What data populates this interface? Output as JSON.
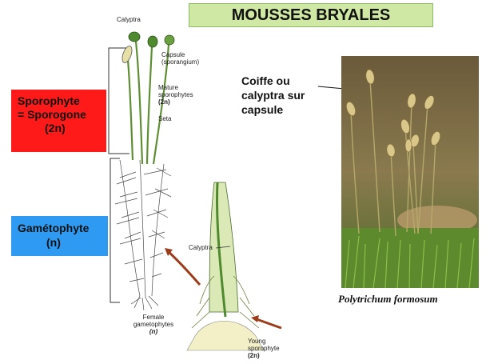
{
  "title": "MOUSSES BRYALES",
  "sporophyte_box": {
    "line1": "Sporophyte",
    "line2": "= Sporogone",
    "line3": "(2n)",
    "color": "#ff1a1a"
  },
  "gametophyte_box": {
    "line1": "Gamétophyte",
    "line2": "(n)",
    "color": "#2f9af2"
  },
  "labels": {
    "calyptra_top": "Calyptra",
    "capsule": "Capsule",
    "sporangium": "(sporangium)",
    "mature_line1": "Mature",
    "mature_line2": "sporophytes",
    "mature_ploidy": "(2n)",
    "seta": "Seta",
    "female_line1": "Female",
    "female_line2": "gametophytes",
    "female_ploidy": "(n)",
    "calyptra_inset": "Calyptra",
    "young_line1": "Young",
    "young_line2": "sporophyte",
    "young_ploidy": "(2n)"
  },
  "coiffe": {
    "line1": "Coiffe ou",
    "line2": "calyptra sur",
    "line3": "capsule"
  },
  "photo_caption": "Polytrichum formosum",
  "colors": {
    "title_bg": "#cfe9a4",
    "arrow": "#9b3d1a",
    "plant_green": "#6fa53c"
  }
}
